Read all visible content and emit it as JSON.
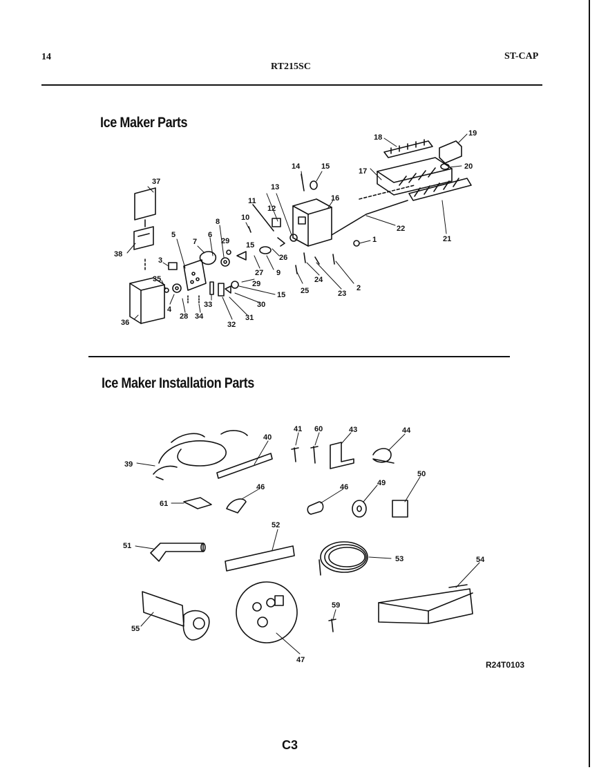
{
  "header": {
    "page_number": "14",
    "model": "RT215SC",
    "code": "ST-CAP"
  },
  "sections": {
    "ice_maker_parts": {
      "title": "Ice Maker Parts"
    },
    "installation_parts": {
      "title": "Ice Maker Installation Parts"
    }
  },
  "callouts": {
    "c1": "1",
    "c2": "2",
    "c3": "3",
    "c4": "4",
    "c5": "5",
    "c6": "6",
    "c7": "7",
    "c8": "8",
    "c9": "9",
    "c10": "10",
    "c11": "11",
    "c12": "12",
    "c13": "13",
    "c14": "14",
    "c15a": "15",
    "c15b": "15",
    "c15c": "15",
    "c16": "16",
    "c17": "17",
    "c18": "18",
    "c19": "19",
    "c20": "20",
    "c21": "21",
    "c22": "22",
    "c23": "23",
    "c24": "24",
    "c25": "25",
    "c26": "26",
    "c27": "27",
    "c28": "28",
    "c29a": "29",
    "c29b": "29",
    "c30": "30",
    "c31": "31",
    "c32": "32",
    "c33": "33",
    "c34": "34",
    "c35": "35",
    "c36": "36",
    "c37": "37",
    "c38": "38",
    "c39": "39",
    "c40": "40",
    "c41": "41",
    "c60": "60",
    "c43": "43",
    "c44": "44",
    "c61": "61",
    "c46a": "46",
    "c46b": "46",
    "c49": "49",
    "c50": "50",
    "c51": "51",
    "c52": "52",
    "c53": "53",
    "c54": "54",
    "c55": "55",
    "c47": "47",
    "c59": "59"
  },
  "footer": {
    "reference": "R24T0103",
    "page_id": "C3"
  }
}
